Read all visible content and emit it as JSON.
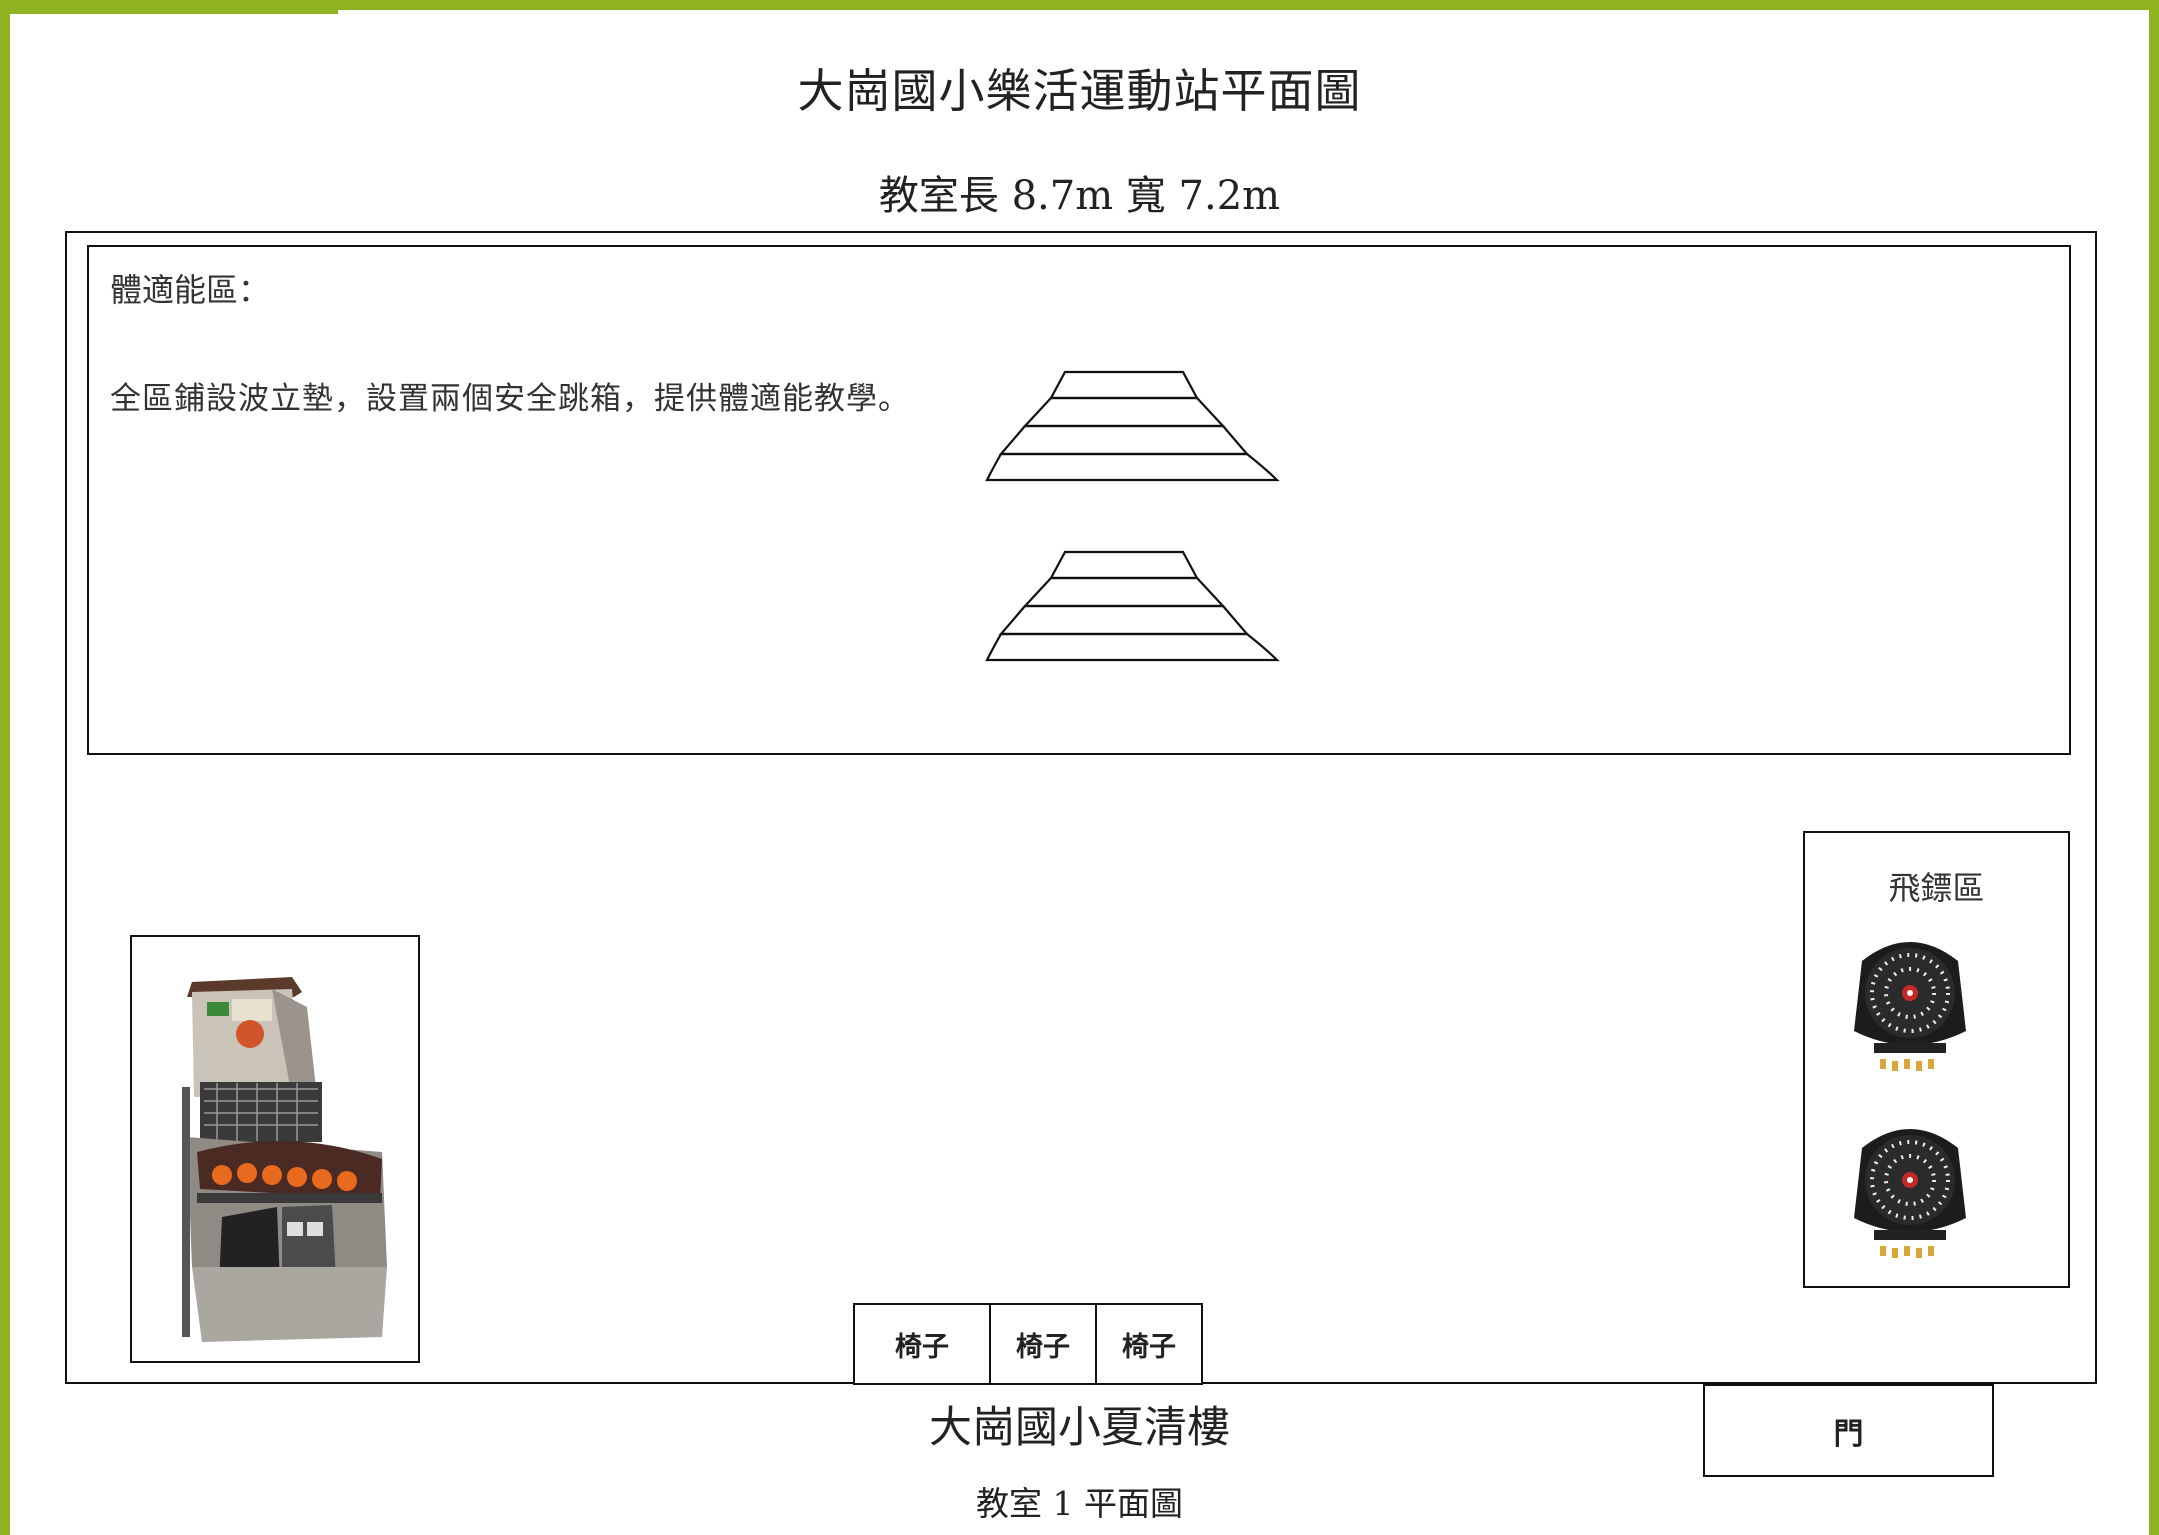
{
  "header": {
    "title": "大崗國小樂活運動站平面圖",
    "dimensions": "教室長 8.7m  寬 7.2m"
  },
  "fitness_zone": {
    "label": "體適能區：",
    "description": "全區鋪設波立墊，設置兩個安全跳箱，提供體適能教學。",
    "vaulting_boxes": 2
  },
  "dart_zone": {
    "label": "飛鏢區",
    "dartboards": 2
  },
  "basketball_machine": {
    "icon": "basketball-arcade-machine-icon"
  },
  "chairs": [
    "椅子",
    "椅子",
    "椅子"
  ],
  "door": "門",
  "footer": {
    "building": "大崗國小夏清樓",
    "caption": "教室 1 平面圖"
  },
  "colors": {
    "frame": "#8fb320",
    "line": "#111111"
  }
}
